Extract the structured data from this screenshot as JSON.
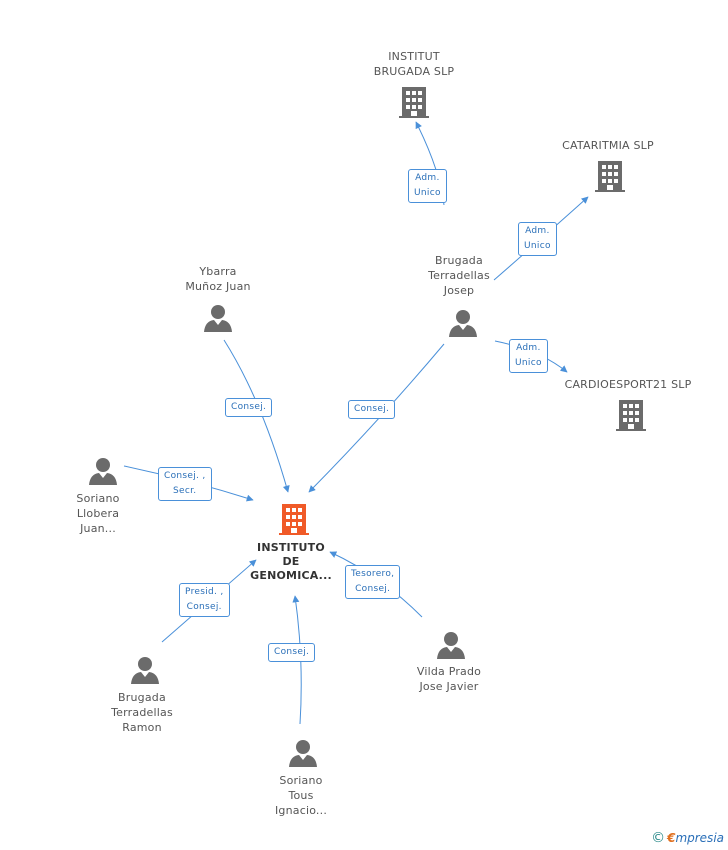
{
  "colors": {
    "edge": "#4a90d9",
    "icon": "#6b6b6b",
    "main_icon": "#f05a28"
  },
  "nodes": {
    "main": {
      "label_lines": [
        "INSTITUTO",
        "DE",
        "GENOMICA..."
      ],
      "icon": "building-icon"
    },
    "brugada_slp": {
      "label_lines": [
        "INSTITUT",
        "BRUGADA SLP"
      ],
      "icon": "building-icon"
    },
    "cataritmia": {
      "label_lines": [
        "CATARITMIA SLP"
      ],
      "icon": "building-icon"
    },
    "cardioesport": {
      "label_lines": [
        "CARDIOESPORT21 SLP"
      ],
      "icon": "building-icon"
    },
    "josep": {
      "label_lines": [
        "Brugada",
        "Terradellas",
        "Josep"
      ],
      "icon": "person-icon"
    },
    "ybarra": {
      "label_lines": [
        "Ybarra",
        "Muñoz Juan"
      ],
      "icon": "person-icon"
    },
    "soriano_llobera": {
      "label_lines": [
        "Soriano",
        "Llobera",
        "Juan..."
      ],
      "icon": "person-icon"
    },
    "ramon": {
      "label_lines": [
        "Brugada",
        "Terradellas",
        "Ramon"
      ],
      "icon": "person-icon"
    },
    "soriano_tous": {
      "label_lines": [
        "Soriano",
        "Tous",
        "Ignacio..."
      ],
      "icon": "person-icon"
    },
    "vilda": {
      "label_lines": [
        "Vilda Prado",
        "Jose Javier"
      ],
      "icon": "person-icon"
    }
  },
  "edges": {
    "josep_brugada": {
      "label_lines": [
        "Adm.",
        "Unico"
      ]
    },
    "josep_cataritmia": {
      "label_lines": [
        "Adm.",
        "Unico"
      ]
    },
    "josep_cardio": {
      "label_lines": [
        "Adm.",
        "Unico"
      ]
    },
    "josep_main": {
      "label_lines": [
        "Consej."
      ]
    },
    "ybarra_main": {
      "label_lines": [
        "Consej."
      ]
    },
    "soriano_llobera_main": {
      "label_lines": [
        "Consej. ,",
        "Secr."
      ]
    },
    "ramon_main": {
      "label_lines": [
        "Presid. ,",
        "Consej."
      ]
    },
    "soriano_tous_main": {
      "label_lines": [
        "Consej."
      ]
    },
    "vilda_main": {
      "label_lines": [
        "Tesorero,",
        "Consej."
      ]
    }
  },
  "footer": {
    "copyright": "©",
    "brand_first": "€",
    "brand_rest": "mpresia"
  }
}
